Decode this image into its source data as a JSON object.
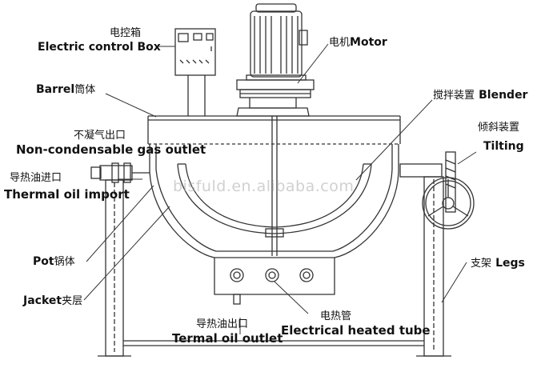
{
  "labels": {
    "control_box": {
      "zh": "电控箱",
      "en": "Electric control Box"
    },
    "motor": {
      "zh": "电机",
      "en": "Motor"
    },
    "barrel": {
      "en": "Barrel",
      "zh": "筒体"
    },
    "blender": {
      "zh": "搅拌装置",
      "en": "Blender"
    },
    "gas_outlet": {
      "zh": "不凝气出口",
      "en": "Non-condensable gas outlet"
    },
    "tilting": {
      "zh": "倾斜装置",
      "en": "Tilting"
    },
    "oil_import": {
      "zh": "导热油进口",
      "en": "Thermal oil import"
    },
    "pot": {
      "en": "Pot",
      "zh": "锅体"
    },
    "legs": {
      "zh": "支架",
      "en": "Legs"
    },
    "jacket": {
      "en": "Jacket",
      "zh": "夹层"
    },
    "heated_tube": {
      "zh": "电热管",
      "en": "Electrical heated tube"
    },
    "oil_outlet": {
      "zh": "导热油出口",
      "en": "Termal oil outlet"
    }
  },
  "watermark": "bisfuld.en.alibaba.com",
  "colors": {
    "line": "#333333",
    "text": "#111111",
    "watermark": "#aaaaaa"
  }
}
